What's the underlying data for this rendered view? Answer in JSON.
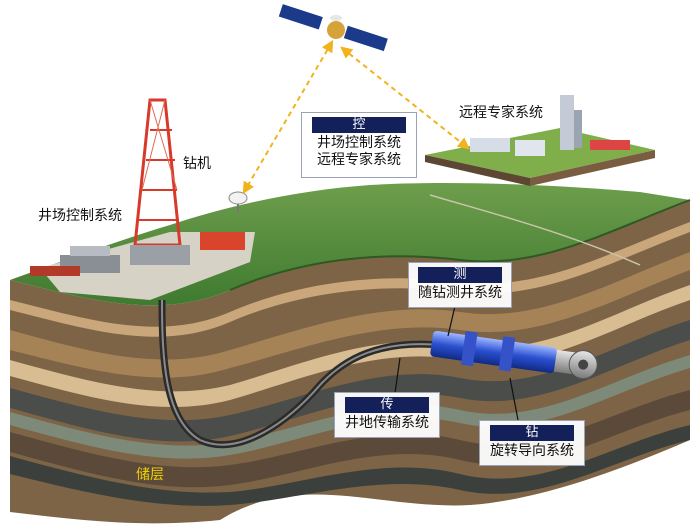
{
  "labels": {
    "rig": "钻机",
    "wellsite": "井场控制系统",
    "remote": "远程专家系统",
    "reservoir": "储层"
  },
  "boxes": {
    "control": {
      "head": "控",
      "lines": [
        "井场控制系统",
        "远程专家系统"
      ]
    },
    "measure": {
      "head": "测",
      "lines": [
        "随钻测井系统"
      ]
    },
    "transmit": {
      "head": "传",
      "lines": [
        "井地传输系统"
      ]
    },
    "drill": {
      "head": "钻",
      "lines": [
        "旋转导向系统"
      ]
    }
  },
  "colors": {
    "link_dashed": "#f2b21b",
    "box_header": "#13205a",
    "reservoir_text": "#f0d000",
    "surface_green": "#4f8a3a"
  }
}
